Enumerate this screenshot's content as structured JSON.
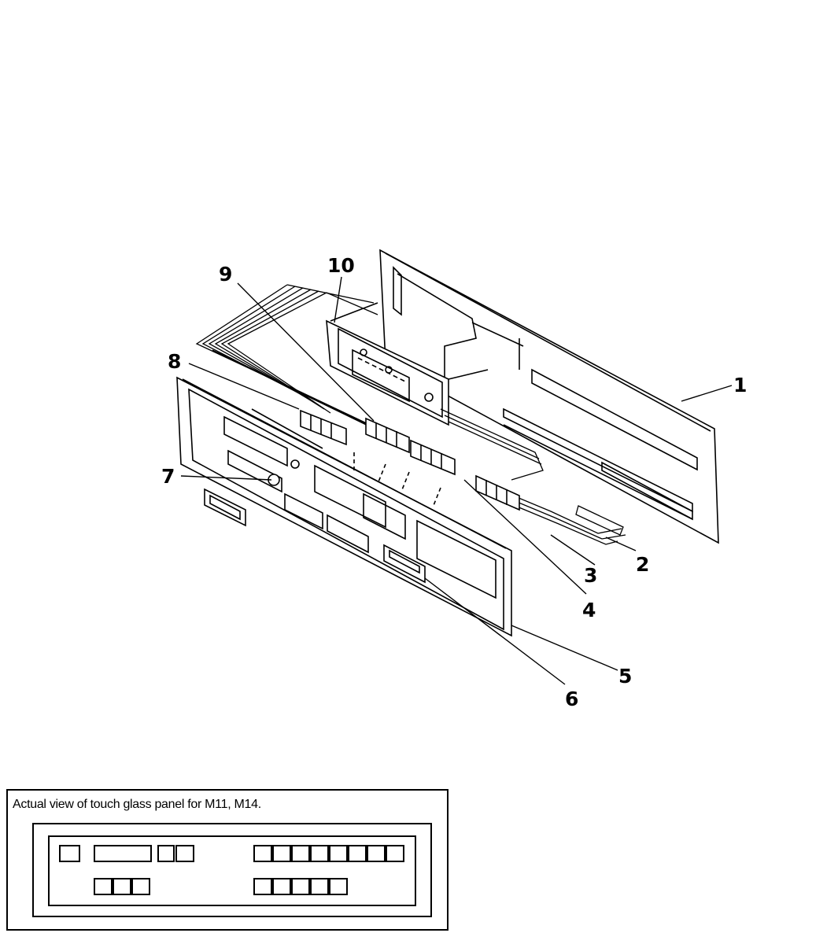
{
  "callouts": [
    "1",
    "2",
    "3",
    "4",
    "5",
    "6",
    "7",
    "8",
    "9",
    "10"
  ],
  "inset": {
    "title": "Actual view of touch glass panel for M11, M14."
  }
}
